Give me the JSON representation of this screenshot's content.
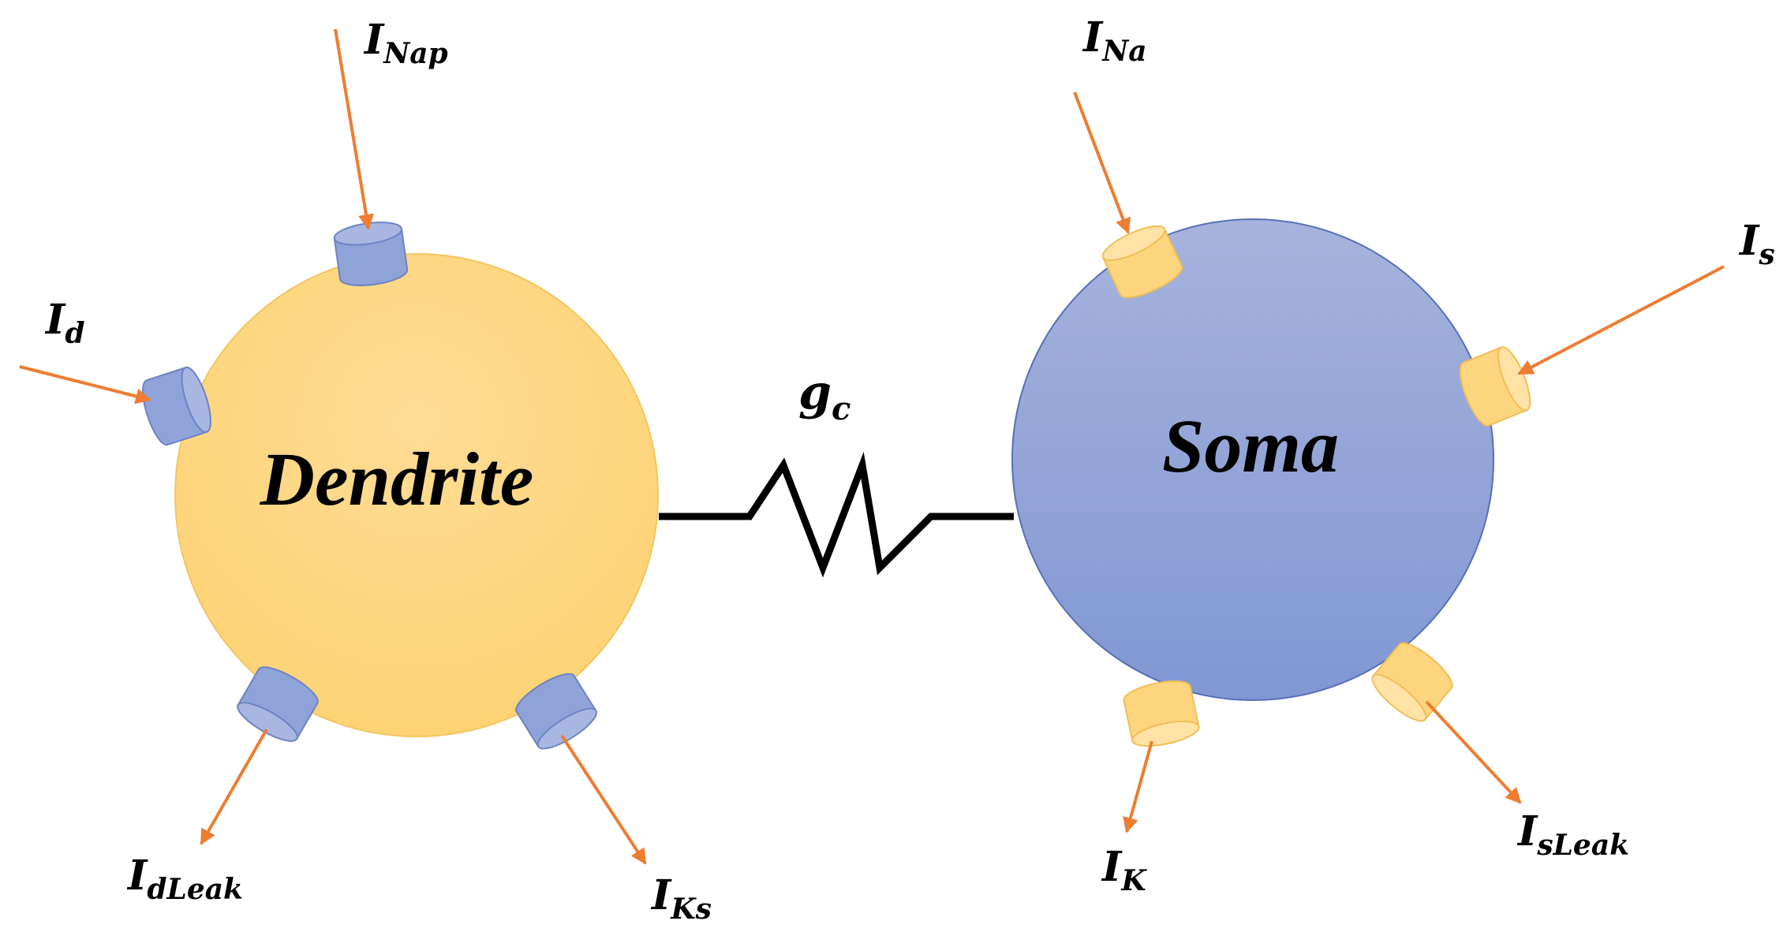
{
  "compartments": {
    "dendrite": {
      "label": "Dendrite",
      "fill": "#FDD57F",
      "stroke": "#F4C560"
    },
    "soma": {
      "label": "Soma",
      "fill": "#8FA3D8",
      "stroke": "#5670B8"
    }
  },
  "coupling": {
    "symbol": "g",
    "subscript": "c"
  },
  "currents": {
    "nap": {
      "symbol": "I",
      "subscript": "Nap"
    },
    "d": {
      "symbol": "I",
      "subscript": "d"
    },
    "dleak": {
      "symbol": "I",
      "subscript": "dLeak"
    },
    "ks": {
      "symbol": "I",
      "subscript": "Ks"
    },
    "na": {
      "symbol": "I",
      "subscript": "Na"
    },
    "s": {
      "symbol": "I",
      "subscript": "s"
    },
    "k": {
      "symbol": "I",
      "subscript": "K"
    },
    "sleak": {
      "symbol": "I",
      "subscript": "sLeak"
    }
  },
  "colors": {
    "arrow": "#ED7D31",
    "channel_blue": "#8FA3D8",
    "channel_yellow": "#FDD57F",
    "wire": "#000000"
  }
}
